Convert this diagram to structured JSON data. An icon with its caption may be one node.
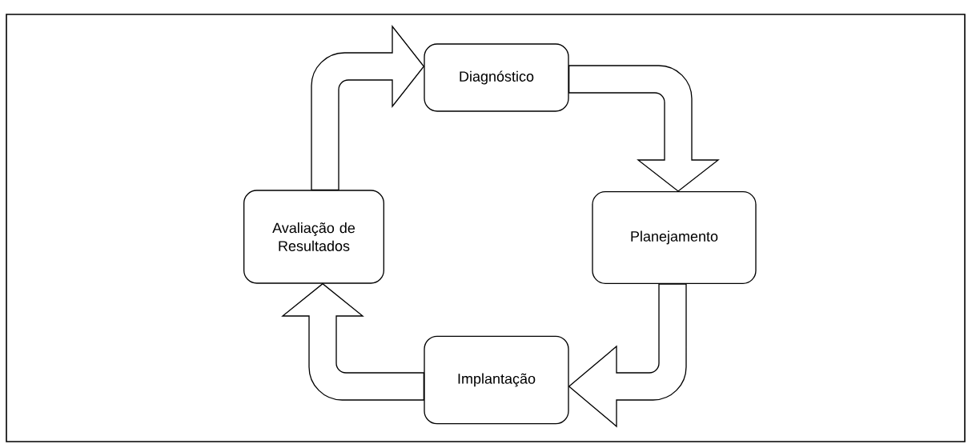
{
  "diagram": {
    "nodes": [
      {
        "text": [
          "Diagnóstico"
        ]
      },
      {
        "text": [
          "Planejamento"
        ]
      },
      {
        "text": [
          "Implantação"
        ]
      },
      {
        "text": [
          "Avaliação de Resultados"
        ]
      }
    ],
    "edges": [
      {
        "from": 0,
        "to": 1,
        "arrow": "to"
      },
      {
        "from": 1,
        "to": 2,
        "arrow": "to"
      },
      {
        "from": 2,
        "to": 3,
        "arrow": "to"
      },
      {
        "from": 3,
        "to": 0,
        "arrow": "to"
      }
    ]
  }
}
